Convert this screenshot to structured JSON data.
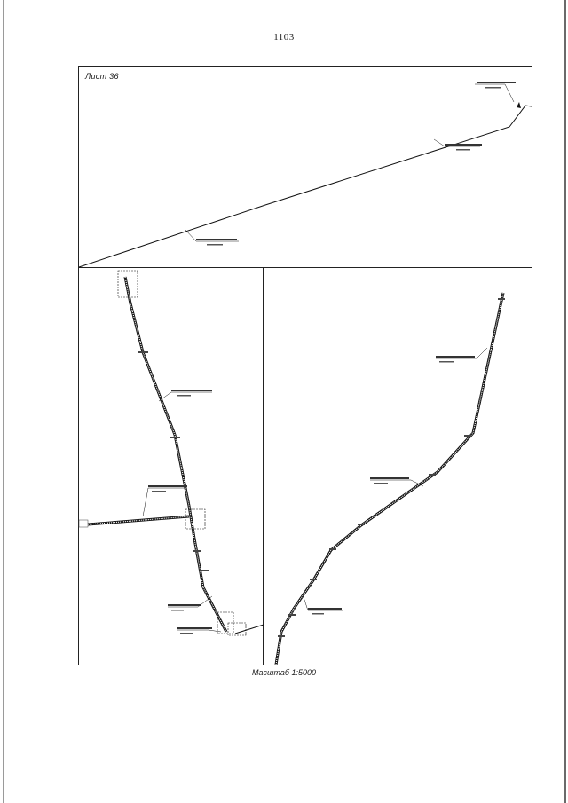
{
  "page": {
    "number": "1103"
  },
  "sheet": {
    "label": "Лист 36",
    "scale": "Масштаб 1:5000"
  }
}
